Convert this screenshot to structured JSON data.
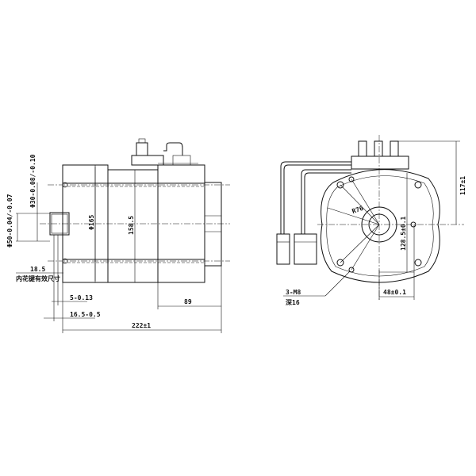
{
  "side_view": {
    "shaft_dia_label": "Φ50-0.04/-0.07",
    "bore_dia_label": "Φ30-0.08/-0.10",
    "body_dia_label": "Φ165",
    "height_label": "158.5",
    "spline_depth_label": "18.5",
    "spline_note": "内花键有效尺寸",
    "step_label": "5-0.13",
    "flange_label": "16.5-0.5",
    "rear_length_label": "89",
    "total_length_label": "222±1"
  },
  "end_view": {
    "radius_label": "R76",
    "height_label": "128.5±0.1",
    "top_height_label": "117±1",
    "offset_label": "48±0.1",
    "thread_label": "3-M8",
    "depth_label": "深16"
  }
}
